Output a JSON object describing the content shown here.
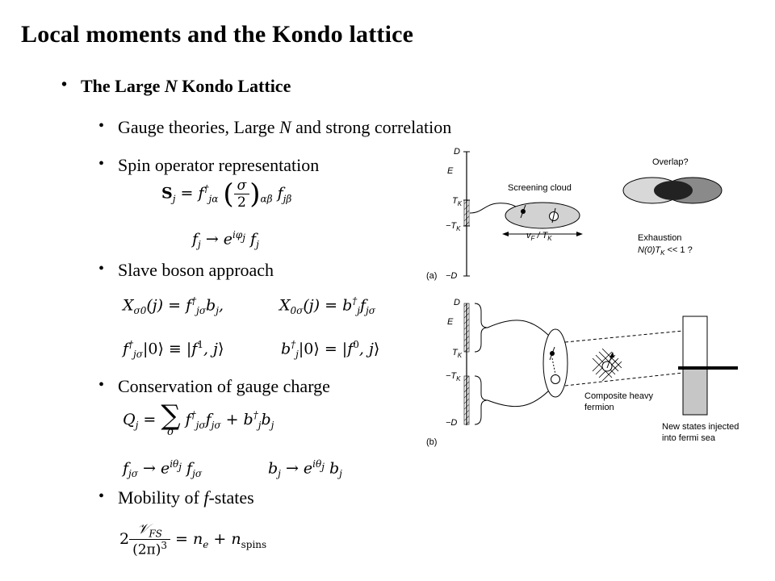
{
  "slide": {
    "title": "Local moments and the Kondo lattice",
    "bullets": {
      "b1": "The Large N Kondo Lattice",
      "b2": "Gauge theories, Large N and strong correlation",
      "b3": "Spin operator representation",
      "b4": "Slave boson approach",
      "b5": "Conservation of gauge charge",
      "b6": "Mobility of f-states"
    }
  },
  "diagram_a": {
    "D": "D",
    "E": "E",
    "TK": "T",
    "TK_sub": "K",
    "mTK": "−T",
    "mD": "−D",
    "panel": "(a)",
    "screening": "Screening cloud",
    "vF": "v",
    "vF_sub": "F",
    "slashT": " / T",
    "overlap": "Overlap?",
    "exhaustion": "Exhaustion",
    "exhaustion2": "N(0)T",
    "exhaustion2b": " << 1 ?"
  },
  "diagram_b": {
    "D": "D",
    "E": "E",
    "TK": "T",
    "TK_sub": "K",
    "mTK": "−T",
    "mD": "−D",
    "panel": "(b)",
    "composite1": "Composite heavy",
    "composite2": "fermion",
    "newstates1": "New states injected",
    "newstates2": "into fermi sea"
  }
}
